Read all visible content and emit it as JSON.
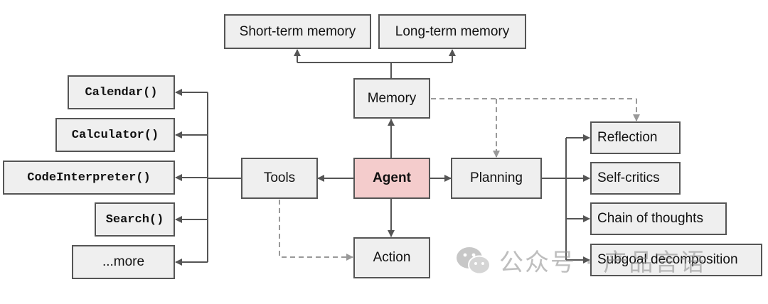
{
  "colors": {
    "box_fill": "#efefef",
    "box_border": "#555555",
    "agent_fill": "#f4cccc",
    "line": "#555555",
    "dashed_line": "#999999",
    "watermark": "#9a9a9a"
  },
  "nodes": {
    "short_term_memory": "Short-term memory",
    "long_term_memory": "Long-term memory",
    "memory": "Memory",
    "agent": "Agent",
    "tools": "Tools",
    "planning": "Planning",
    "action": "Action",
    "calendar": "Calendar()",
    "calculator": "Calculator()",
    "code_interpreter": "CodeInterpreter()",
    "search": "Search()",
    "more": "...more",
    "reflection": "Reflection",
    "self_critics": "Self-critics",
    "chain_of_thoughts": "Chain of thoughts",
    "subgoal_decomposition": "Subgoal decomposition"
  },
  "edges": [
    {
      "from": "agent",
      "to": "memory",
      "style": "solid"
    },
    {
      "from": "memory",
      "to": "short_term_memory",
      "style": "solid"
    },
    {
      "from": "memory",
      "to": "long_term_memory",
      "style": "solid"
    },
    {
      "from": "agent",
      "to": "tools",
      "style": "solid"
    },
    {
      "from": "agent",
      "to": "planning",
      "style": "solid"
    },
    {
      "from": "agent",
      "to": "action",
      "style": "solid"
    },
    {
      "from": "tools",
      "to": "calendar",
      "style": "solid"
    },
    {
      "from": "tools",
      "to": "calculator",
      "style": "solid"
    },
    {
      "from": "tools",
      "to": "code_interpreter",
      "style": "solid"
    },
    {
      "from": "tools",
      "to": "search",
      "style": "solid"
    },
    {
      "from": "tools",
      "to": "more",
      "style": "solid"
    },
    {
      "from": "planning",
      "to": "reflection",
      "style": "solid"
    },
    {
      "from": "planning",
      "to": "self_critics",
      "style": "solid"
    },
    {
      "from": "planning",
      "to": "chain_of_thoughts",
      "style": "solid"
    },
    {
      "from": "planning",
      "to": "subgoal_decomposition",
      "style": "solid"
    },
    {
      "from": "memory",
      "to": "planning",
      "style": "dashed"
    },
    {
      "from": "memory",
      "to": "reflection",
      "style": "dashed"
    },
    {
      "from": "tools",
      "to": "action",
      "style": "dashed"
    }
  ],
  "watermark": {
    "icon": "wechat-icon",
    "text": "公众号 · 产品言语"
  }
}
